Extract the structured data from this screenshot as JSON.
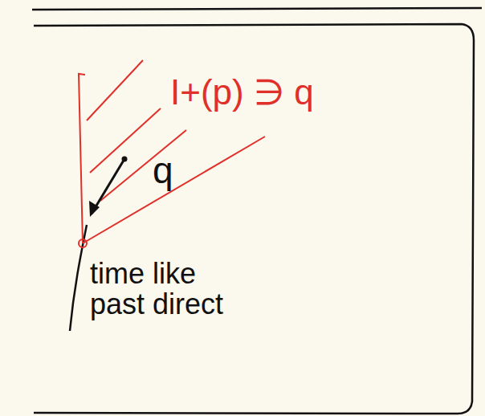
{
  "diagram": {
    "labels": [
      "I+(p) ∋ q",
      "q",
      "time like past direct"
    ]
  }
}
